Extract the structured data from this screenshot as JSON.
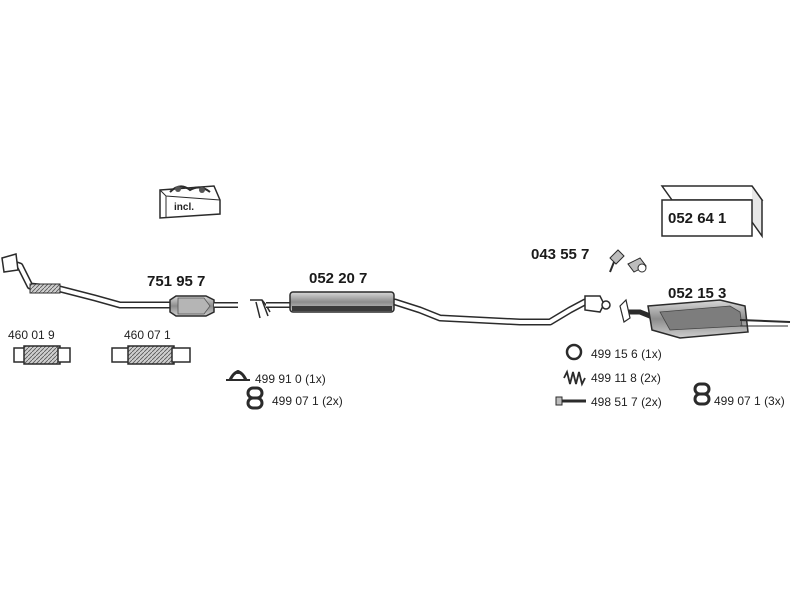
{
  "parts": {
    "catalyst": "751 95 7",
    "middle_silencer": "052 20 7",
    "rear_silencer": "052 15 3",
    "kit_box": "052 64 1",
    "bolt_pair": "043 55 7",
    "flex_left": "460 01 9",
    "flex_right": "460 07 1"
  },
  "kit_badge": "incl.",
  "hardware": [
    {
      "code": "499 91 0",
      "qty": "(1x)"
    },
    {
      "code": "499 07 1",
      "qty": "(2x)"
    },
    {
      "code": "499 15 6",
      "qty": "(1x)"
    },
    {
      "code": "499 11 8",
      "qty": "(2x)"
    },
    {
      "code": "498 51 7",
      "qty": "(2x)"
    },
    {
      "code": "499 07 1",
      "qty": "(3x)"
    }
  ],
  "colors": {
    "line": "#2b2b2b",
    "part_fill": "#9a9a9a",
    "dark": "#3a3a3a",
    "light": "#d8d8d8"
  }
}
